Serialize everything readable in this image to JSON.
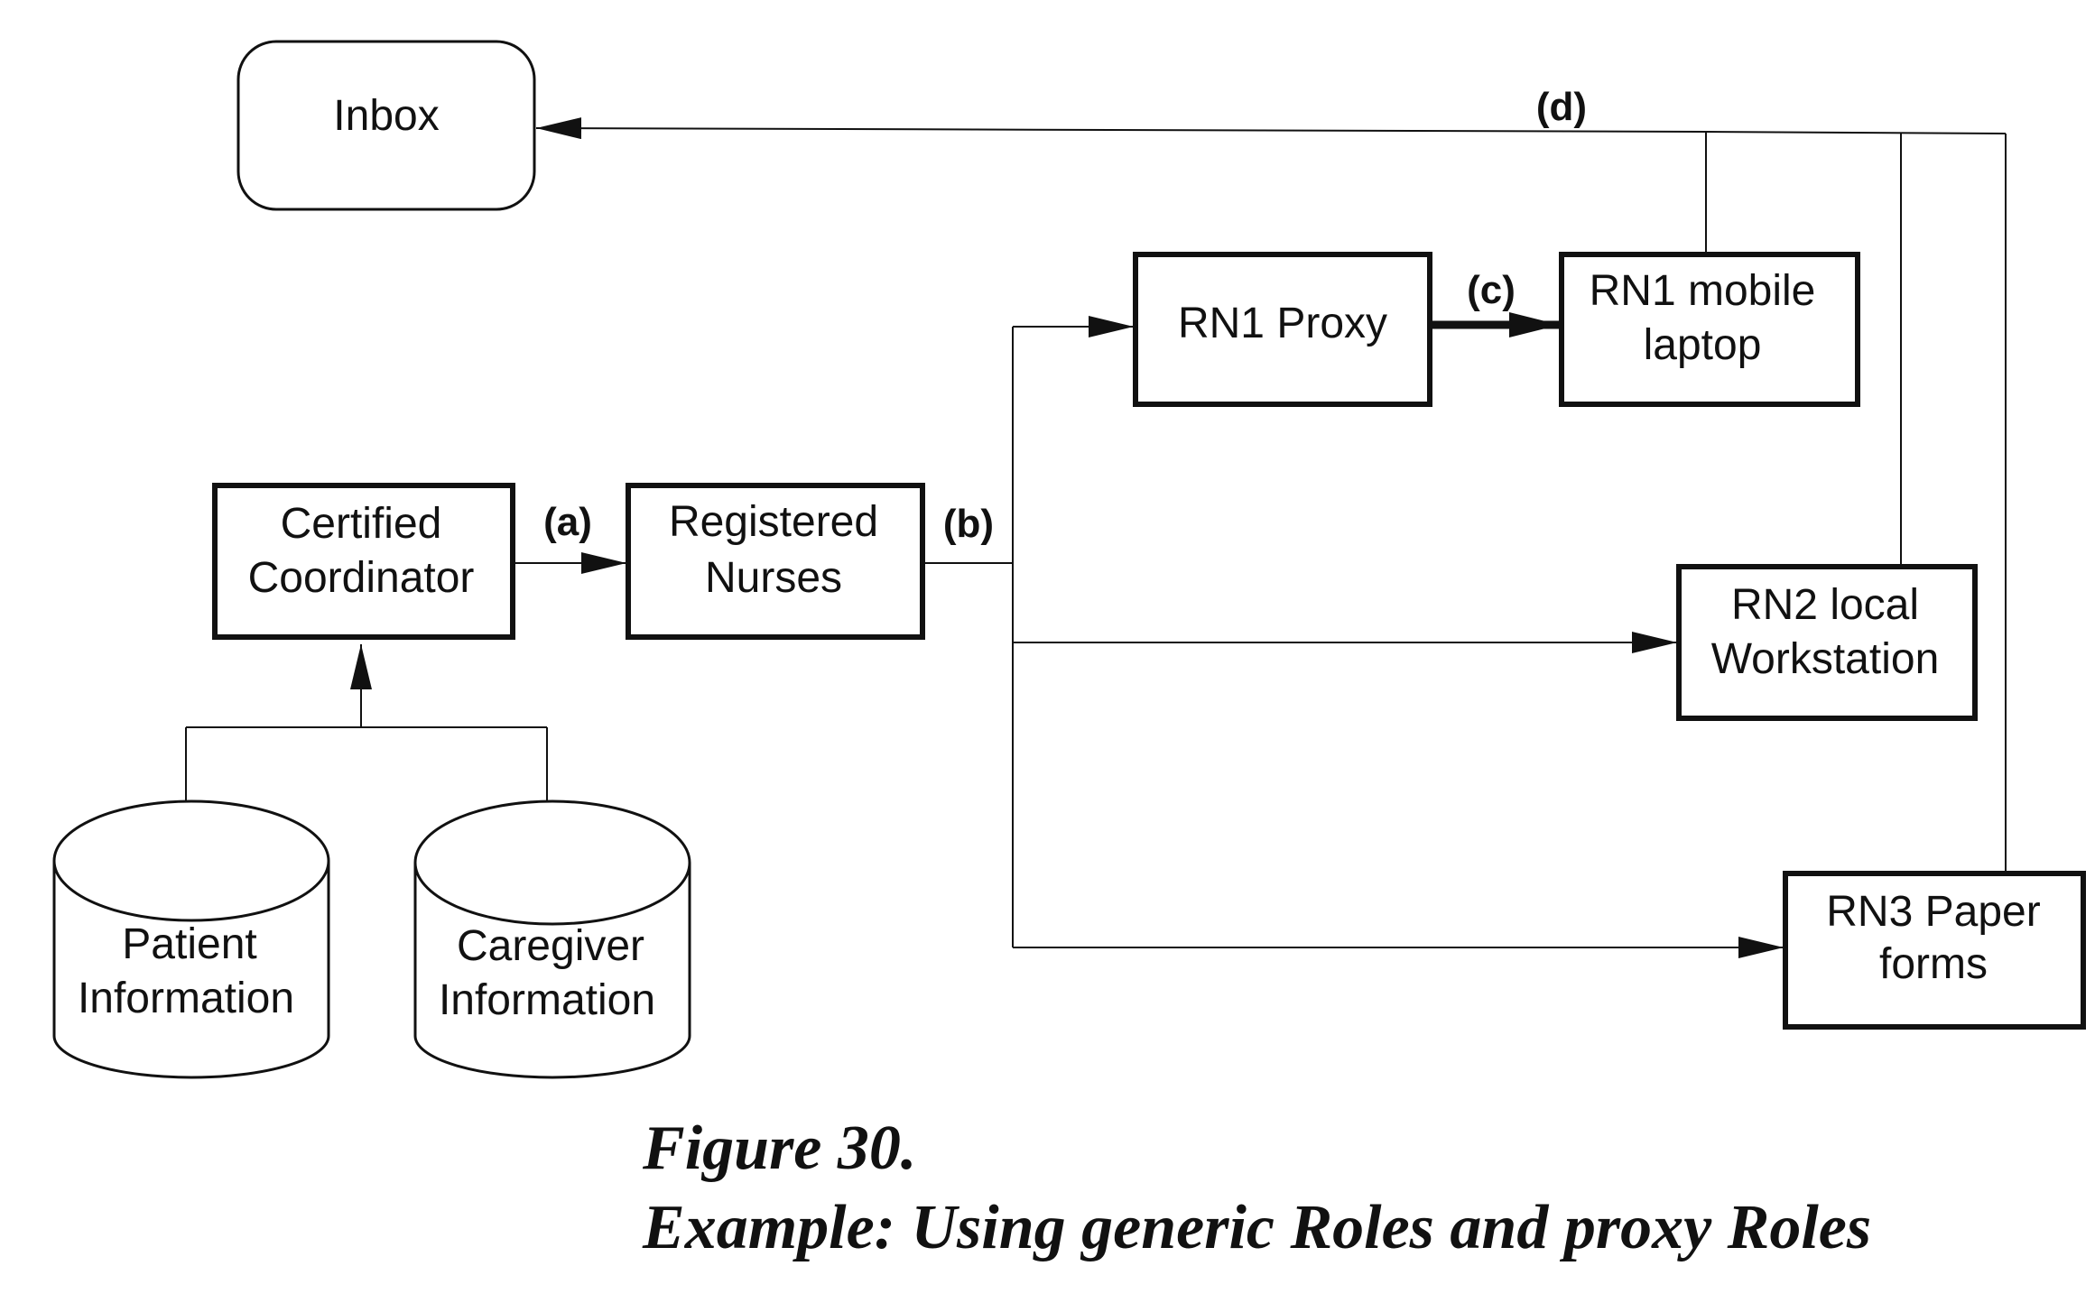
{
  "nodes": {
    "inbox": {
      "label": "Inbox"
    },
    "certified_coordinator": {
      "line1": "Certified",
      "line2": "Coordinator"
    },
    "registered_nurses": {
      "line1": "Registered",
      "line2": "Nurses"
    },
    "rn1_proxy": {
      "label": "RN1 Proxy"
    },
    "rn1_mobile_laptop": {
      "line1": "RN1 mobile",
      "line2": "laptop"
    },
    "rn2_local_workstation": {
      "line1": "RN2 local",
      "line2": "Workstation"
    },
    "rn3_paper_forms": {
      "line1": "RN3 Paper",
      "line2": "forms"
    },
    "patient_information": {
      "line1": "Patient",
      "line2": "Information"
    },
    "caregiver_information": {
      "line1": "Caregiver",
      "line2": "Information"
    }
  },
  "edge_labels": {
    "a": "(a)",
    "b": "(b)",
    "c": "(c)",
    "d": "(d)"
  },
  "caption": {
    "figure": "Figure 30.",
    "subtitle": "Example: Using generic Roles and proxy Roles"
  }
}
